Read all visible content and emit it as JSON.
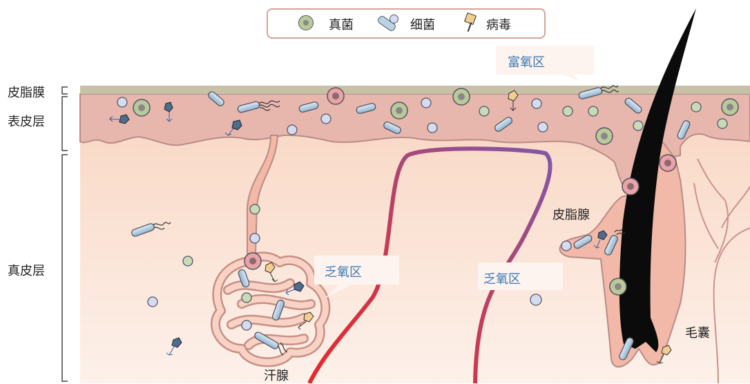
{
  "legend": {
    "fungus": "真菌",
    "bacteria": "细菌",
    "virus": "病毒"
  },
  "layers": {
    "sebum_film": "皮脂膜",
    "epidermis": "表皮层",
    "dermis": "真皮层"
  },
  "zones": {
    "oxygen_rich": "富氧区",
    "anaerobic_1": "乏氧区",
    "anaerobic_2": "乏氧区"
  },
  "structures": {
    "sebaceous_gland": "皮脂腺",
    "sweat_gland": "汗腺",
    "hair_follicle": "毛囊"
  },
  "colors": {
    "fungus": "#b9c99a",
    "bacteria": "#b9d3e6",
    "virus": "#f2cf8f",
    "epidermis": "#e7b7ad",
    "dermis": "#fce7dc",
    "artery": "#e2383e",
    "vein": "#8e4f9a",
    "sebum": "#c9c0a8"
  }
}
